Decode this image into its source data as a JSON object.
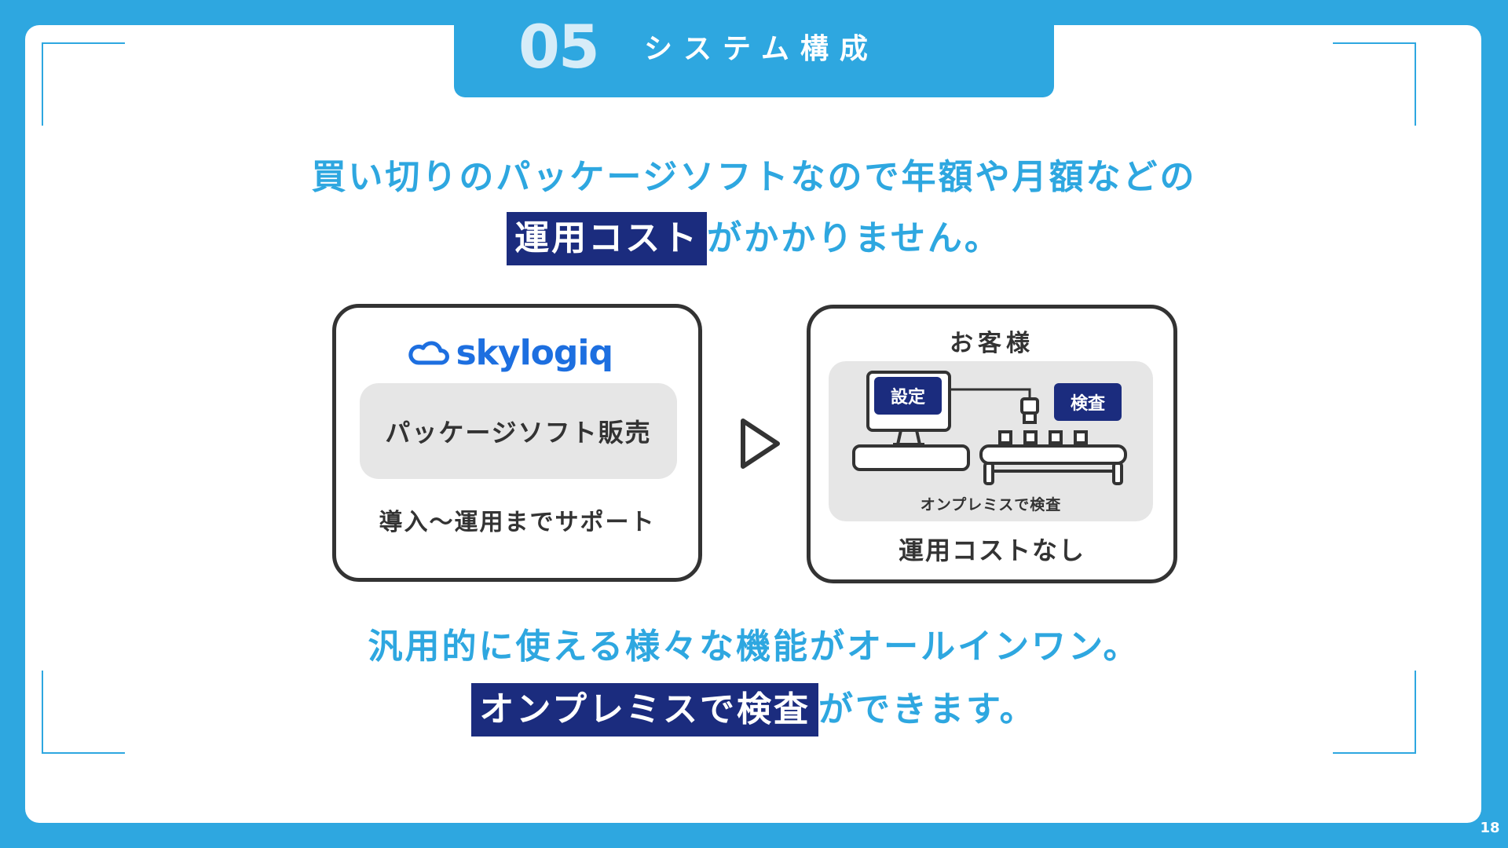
{
  "section": {
    "number": "05",
    "title": "システム構成"
  },
  "headline_top": {
    "line1": "買い切りのパッケージソフトなので年額や月額などの",
    "highlight": "運用コスト",
    "rest": "がかかりません。"
  },
  "vendor_box": {
    "logo_text": "skylogiq",
    "pill_label": "パッケージソフト販売",
    "support_label": "導入〜運用までサポート"
  },
  "customer_box": {
    "title": "お客様",
    "settings_tag": "設定",
    "inspect_tag": "検査",
    "scene_caption": "オンプレミスで検査",
    "no_cost_label": "運用コストなし"
  },
  "headline_bottom": {
    "line1": "汎用的に使える様々な機能がオールインワン。",
    "highlight": "オンプレミスで検査",
    "rest": "ができます。"
  },
  "colors": {
    "brand_blue": "#2ea7e0",
    "navy": "#1b2c7e",
    "logo_blue": "#1d6fe0",
    "dark_text": "#333333",
    "panel_grey": "#e6e6e6"
  },
  "page_number": "18"
}
